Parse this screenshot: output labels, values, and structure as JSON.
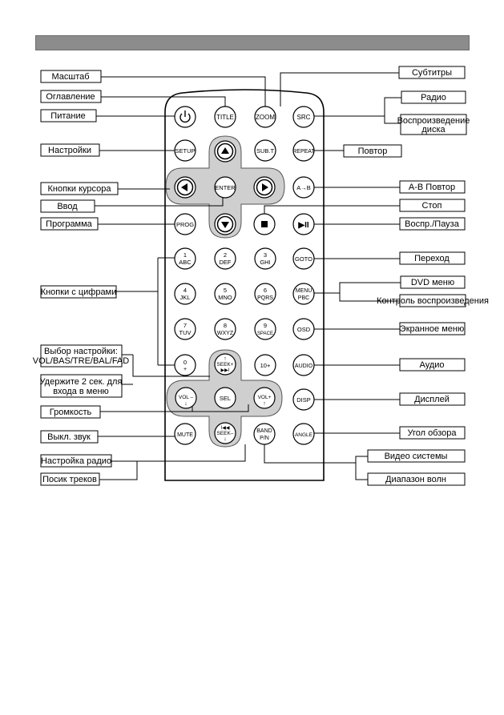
{
  "colors": {
    "header_bar": "#8c8c8c",
    "line": "#000000",
    "remote_fill": "#ffffff",
    "cluster_fill": "#cfcfcf"
  },
  "left_labels": {
    "zoom": "Масштаб",
    "title": "Оглавление",
    "power": "Питание",
    "setup": "Настройки",
    "cursor": "Кнопки курсора",
    "enter": "Ввод",
    "prog": "Программа",
    "digits": "Кнопки с цифрами",
    "select_line1": "Выбор настройки:",
    "select_line2": "VOL/BAS/TRE/BAL/FAD",
    "hold_line1": "Удержите 2 сек. для",
    "hold_line2": "входа в меню",
    "volume": "Громкость",
    "mute": "Выкл. звук",
    "radio_tune": "Настройка радио",
    "track_search": "Посик треков"
  },
  "right_labels": {
    "subtitles": "Субтитры",
    "radio": "Радио",
    "disc_line1": "Воспроизведение",
    "disc_line2": "диска",
    "repeat": "Повтор",
    "ab_repeat": "A-B  Повтор",
    "stop": "Стоп",
    "play_pause": "Воспр./Пауза",
    "goto": "Переход",
    "dvd_menu": "DVD меню",
    "pbc": "Контроль воспроизведения",
    "osd": "Экранное меню",
    "audio": "Аудио",
    "display": "Дисплей",
    "angle": "Угол обзора",
    "video_system": "Видео системы",
    "band": "Диапазон волн"
  },
  "buttons": {
    "power_icon": "power-icon",
    "title": "TITLE",
    "zoom": "ZOOM",
    "src": "SRC",
    "setup": "SETUP",
    "subt": "SUB.T",
    "repeat": "REPEAT",
    "enter": "ENTER",
    "ab": "A→B",
    "prog": "PROG",
    "play_pause_icon": "▶II",
    "d1": "1",
    "d1_sub": "ABC",
    "d2": "2",
    "d2_sub": "DEF",
    "d3": "3",
    "d3_sub": "GHI",
    "goto": "GOTO",
    "d4": "4",
    "d4_sub": "JKL",
    "d5": "5",
    "d5_sub": "MNO",
    "d6": "6",
    "d6_sub": "PQRS",
    "menu": "MENU",
    "menu_sub": "PBC",
    "d7": "7",
    "d7_sub": "TUV",
    "d8": "8",
    "d8_sub": "WXYZ",
    "d9": "9",
    "d9_sub": "SPACE",
    "osd": "OSD",
    "d0": "0",
    "d0_sub": "+",
    "seek_up": "SEEK+",
    "seek_up_arrow": "↑",
    "seek_up_icon": "▶▶I",
    "ten_plus": "10+",
    "audio": "AUDIO",
    "vol_minus": "VOL –",
    "vol_minus_arrow": "↓",
    "sel": "SEL",
    "vol_plus": "VOL+",
    "vol_plus_arrow": "↑",
    "disp": "DISP",
    "mute": "MUTE",
    "seek_down": "SEEK–",
    "seek_down_arrow": "↓",
    "seek_down_icon": "I◀◀",
    "band": "BAND",
    "band_sub": "P/N",
    "angle": "ANGLE"
  }
}
